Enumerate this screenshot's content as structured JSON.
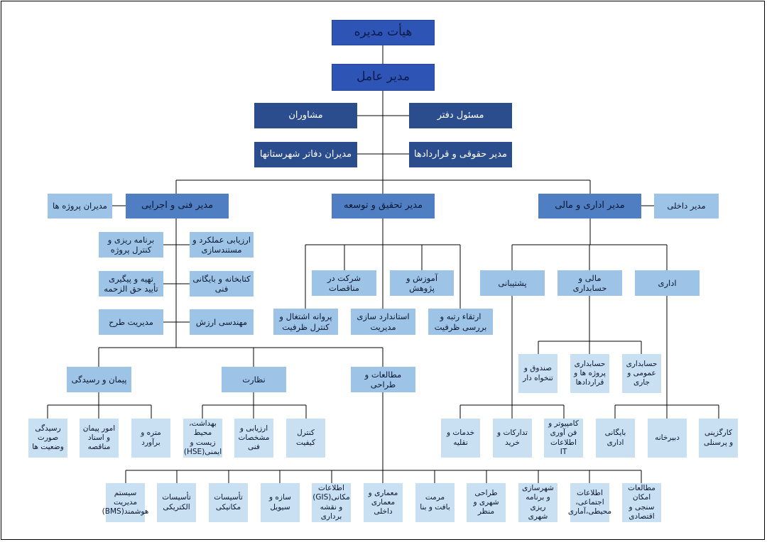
{
  "board": "هیأت مدیره",
  "ceo": "مدیر عامل",
  "advisors": "مشاوران",
  "office_head": "مسئول دفتر",
  "branch_managers": "مدیران دفاتر شهرستانها",
  "legal": "مدیر حقوقی و قراردادها",
  "tech": {
    "title": "مدیر فنی و اجرایی",
    "project_managers": "مدیران پروژه ها",
    "planning": "برنامه ریزی و کنترل پروژه",
    "performance": "ارزیابی عملکرد و مستندسازی",
    "followup": "تهیه و پیگیری تأیید حق الزحمه",
    "library": "کتابخانه و بایگانی فنی",
    "design_mgmt": "مدیریت طرح",
    "value_eng": "مهندسی ارزش",
    "contract": {
      "title": "پیمان و رسیدگی",
      "items": [
        "رسیدگی صورت وضعیت ها",
        "امور پیمان و اسناد مناقصه",
        "متره و برآورد"
      ]
    },
    "supervision": {
      "title": "نظارت",
      "items": [
        "بهداشت، محیط زیست و ایمنی(HSE)",
        "ارزیابی و مشخصات فنی",
        "کنترل کیفیت"
      ]
    },
    "studies": {
      "title": "مطالعات و طراحی",
      "items": [
        "سیستم مدیریت هوشمند(BMS)",
        "تأسیسات الکتریکی",
        "تأسیسات مکانیکی",
        "سازه و سیویل",
        "اطلاعات مکانی(GIS) و نقشه برداری",
        "معماری و معماری داخلی",
        "مرمت بافت و بنا",
        "طراحی شهری و منظر",
        "شهرسازی و برنامه ریزی شهری",
        "اطلاعات اجتماعی، محیطی،آماری",
        "مطالعات امکان سنجی و اقتصادی"
      ]
    }
  },
  "rnd": {
    "title": "مدیر تحقیق و توسعه",
    "tender": "شرکت در مناقصات",
    "training": "آموزش و پژوهش",
    "license": "پروانه اشتغال و کنترل ظرفیت",
    "standard": "استاندارد سازی مدیریت",
    "ranking": "ارتقاء رتبه و بررسی ظرفیت"
  },
  "admin": {
    "title": "مدیر اداری و مالی",
    "internal": "مدیر داخلی",
    "support": {
      "title": "پشتیبانی",
      "items": [
        "خدمات و نقلیه",
        "تدارکات و خرید",
        "کامپیوتر و فن آوری اطلاعات IT"
      ]
    },
    "finance": {
      "title": "مالی و حسابداری",
      "items": [
        "صندوق و تنخواه دار",
        "حسابداری پروژه ها و قراردادها",
        "حسابداری عمومی و جاری"
      ]
    },
    "office": {
      "title": "اداری",
      "items": [
        "بایگانی اداری",
        "دبیرخانه",
        "کارگزینی و پرسنلی"
      ]
    }
  }
}
